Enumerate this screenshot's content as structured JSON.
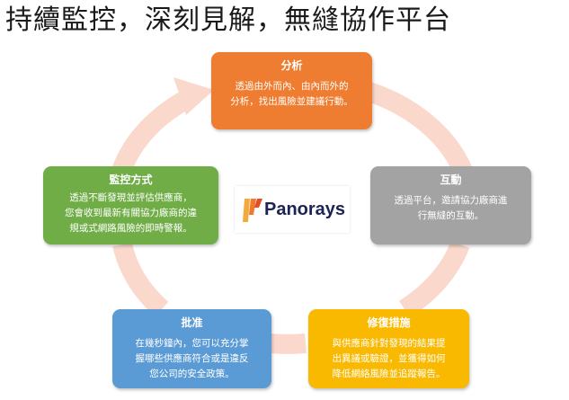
{
  "title": "持續監控，深刻見解，無縫協作平台",
  "logo": {
    "text": "Panorays",
    "icon": "panorays-stripes-icon"
  },
  "cycle": {
    "ring_color": "#fad8cc"
  },
  "cards": {
    "analyze": {
      "heading": "分析",
      "line1": "透過由外而內、由內而外的",
      "line2": "分析，找出風險並建議行動。",
      "color": "#ee7d31"
    },
    "interact": {
      "heading": "互動",
      "line1": "透過平台，邀請協力廠商進",
      "line2": "行無縫的互動。",
      "color": "#a3a3a3"
    },
    "remediate": {
      "heading": "修復措施",
      "line1": "與供應商針對發現的結果提",
      "line2": "出異議或驗證，並獲得如何",
      "line3": "降低網絡風險並追蹤報告。",
      "color": "#f9b900"
    },
    "approve": {
      "heading": "批准",
      "line1": "在幾秒鐘內，您可以充分掌",
      "line2": "握哪些供應商符合或是違反",
      "line3": "您公司的安全政策。",
      "color": "#5b9bd5"
    },
    "monitor": {
      "heading": "監控方式",
      "line1": "透過不斷發現並評估供應商，",
      "line2": "您會收到最新有關協力廠商的違",
      "line3": "規或式網路風險的即時警報。",
      "color": "#70ad47"
    }
  }
}
